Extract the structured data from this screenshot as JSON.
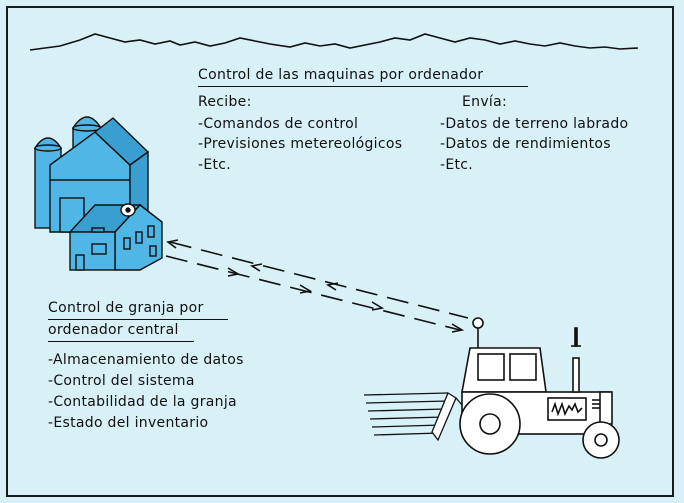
{
  "machine_control": {
    "title": "Control de las maquinas por ordenador",
    "receives": {
      "heading": "Recibe:",
      "items": [
        "-Comandos de control",
        "-Previsiones metereológicos",
        "-Etc."
      ]
    },
    "sends": {
      "heading": "Envía:",
      "items": [
        "-Datos de terreno labrado",
        "-Datos de rendimientos",
        "-Etc."
      ]
    }
  },
  "farm_control": {
    "title_line1": "Control de granja por",
    "title_line2": "ordenador central",
    "items": [
      "-Almacenamiento de datos",
      "-Control del sistema",
      "-Contabilidad de la granja",
      "-Estado del inventario"
    ]
  },
  "tractor_display": "~M/M",
  "colors": {
    "background": "#d8f1f7",
    "building_fill": "#4fb6e6",
    "ink": "#111111"
  }
}
